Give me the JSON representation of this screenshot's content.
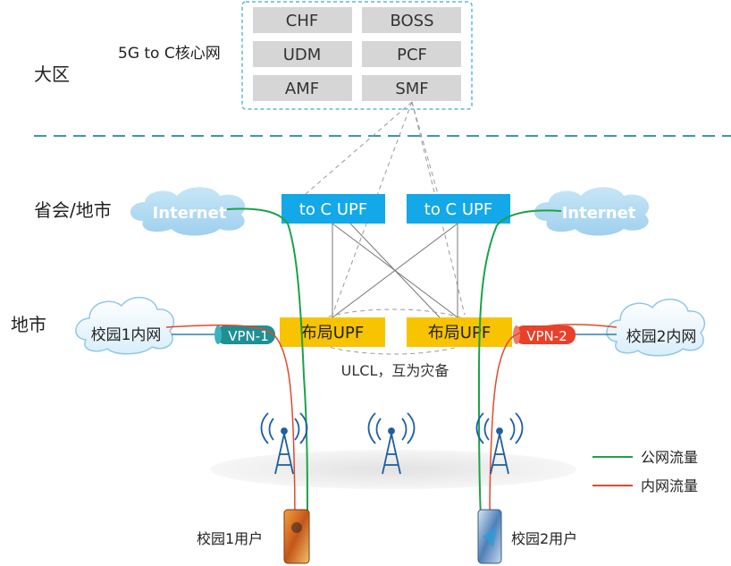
{
  "tiers": {
    "region": "大区",
    "province": "省会/地市",
    "city": "地市"
  },
  "core": {
    "label": "5G to C核心网",
    "functions": [
      "CHF",
      "BOSS",
      "UDM",
      "PCF",
      "AMF",
      "SMF"
    ]
  },
  "toc_upf": [
    "to C UPF",
    "to C UPF"
  ],
  "internet": [
    "Internet",
    "Internet"
  ],
  "local_upf": [
    "布局UPF",
    "布局UPF"
  ],
  "ulcl_note": "ULCL，互为灾备",
  "vpn": [
    "VPN-1",
    "VPN-2"
  ],
  "campus_net": [
    "校园1内网",
    "校园2内网"
  ],
  "users": [
    "校园1用户",
    "校园2用户"
  ],
  "legend": {
    "public": "公网流量",
    "private": "内网流量"
  },
  "colors": {
    "public_traffic": "#1aa34a",
    "private_traffic": "#e0492f",
    "toc_upf": "#13a8e8",
    "local_upf": "#f8c300",
    "vpn1": "#1f8f96",
    "vpn2": "#e8402b",
    "cloud": "#a9d6f0"
  }
}
